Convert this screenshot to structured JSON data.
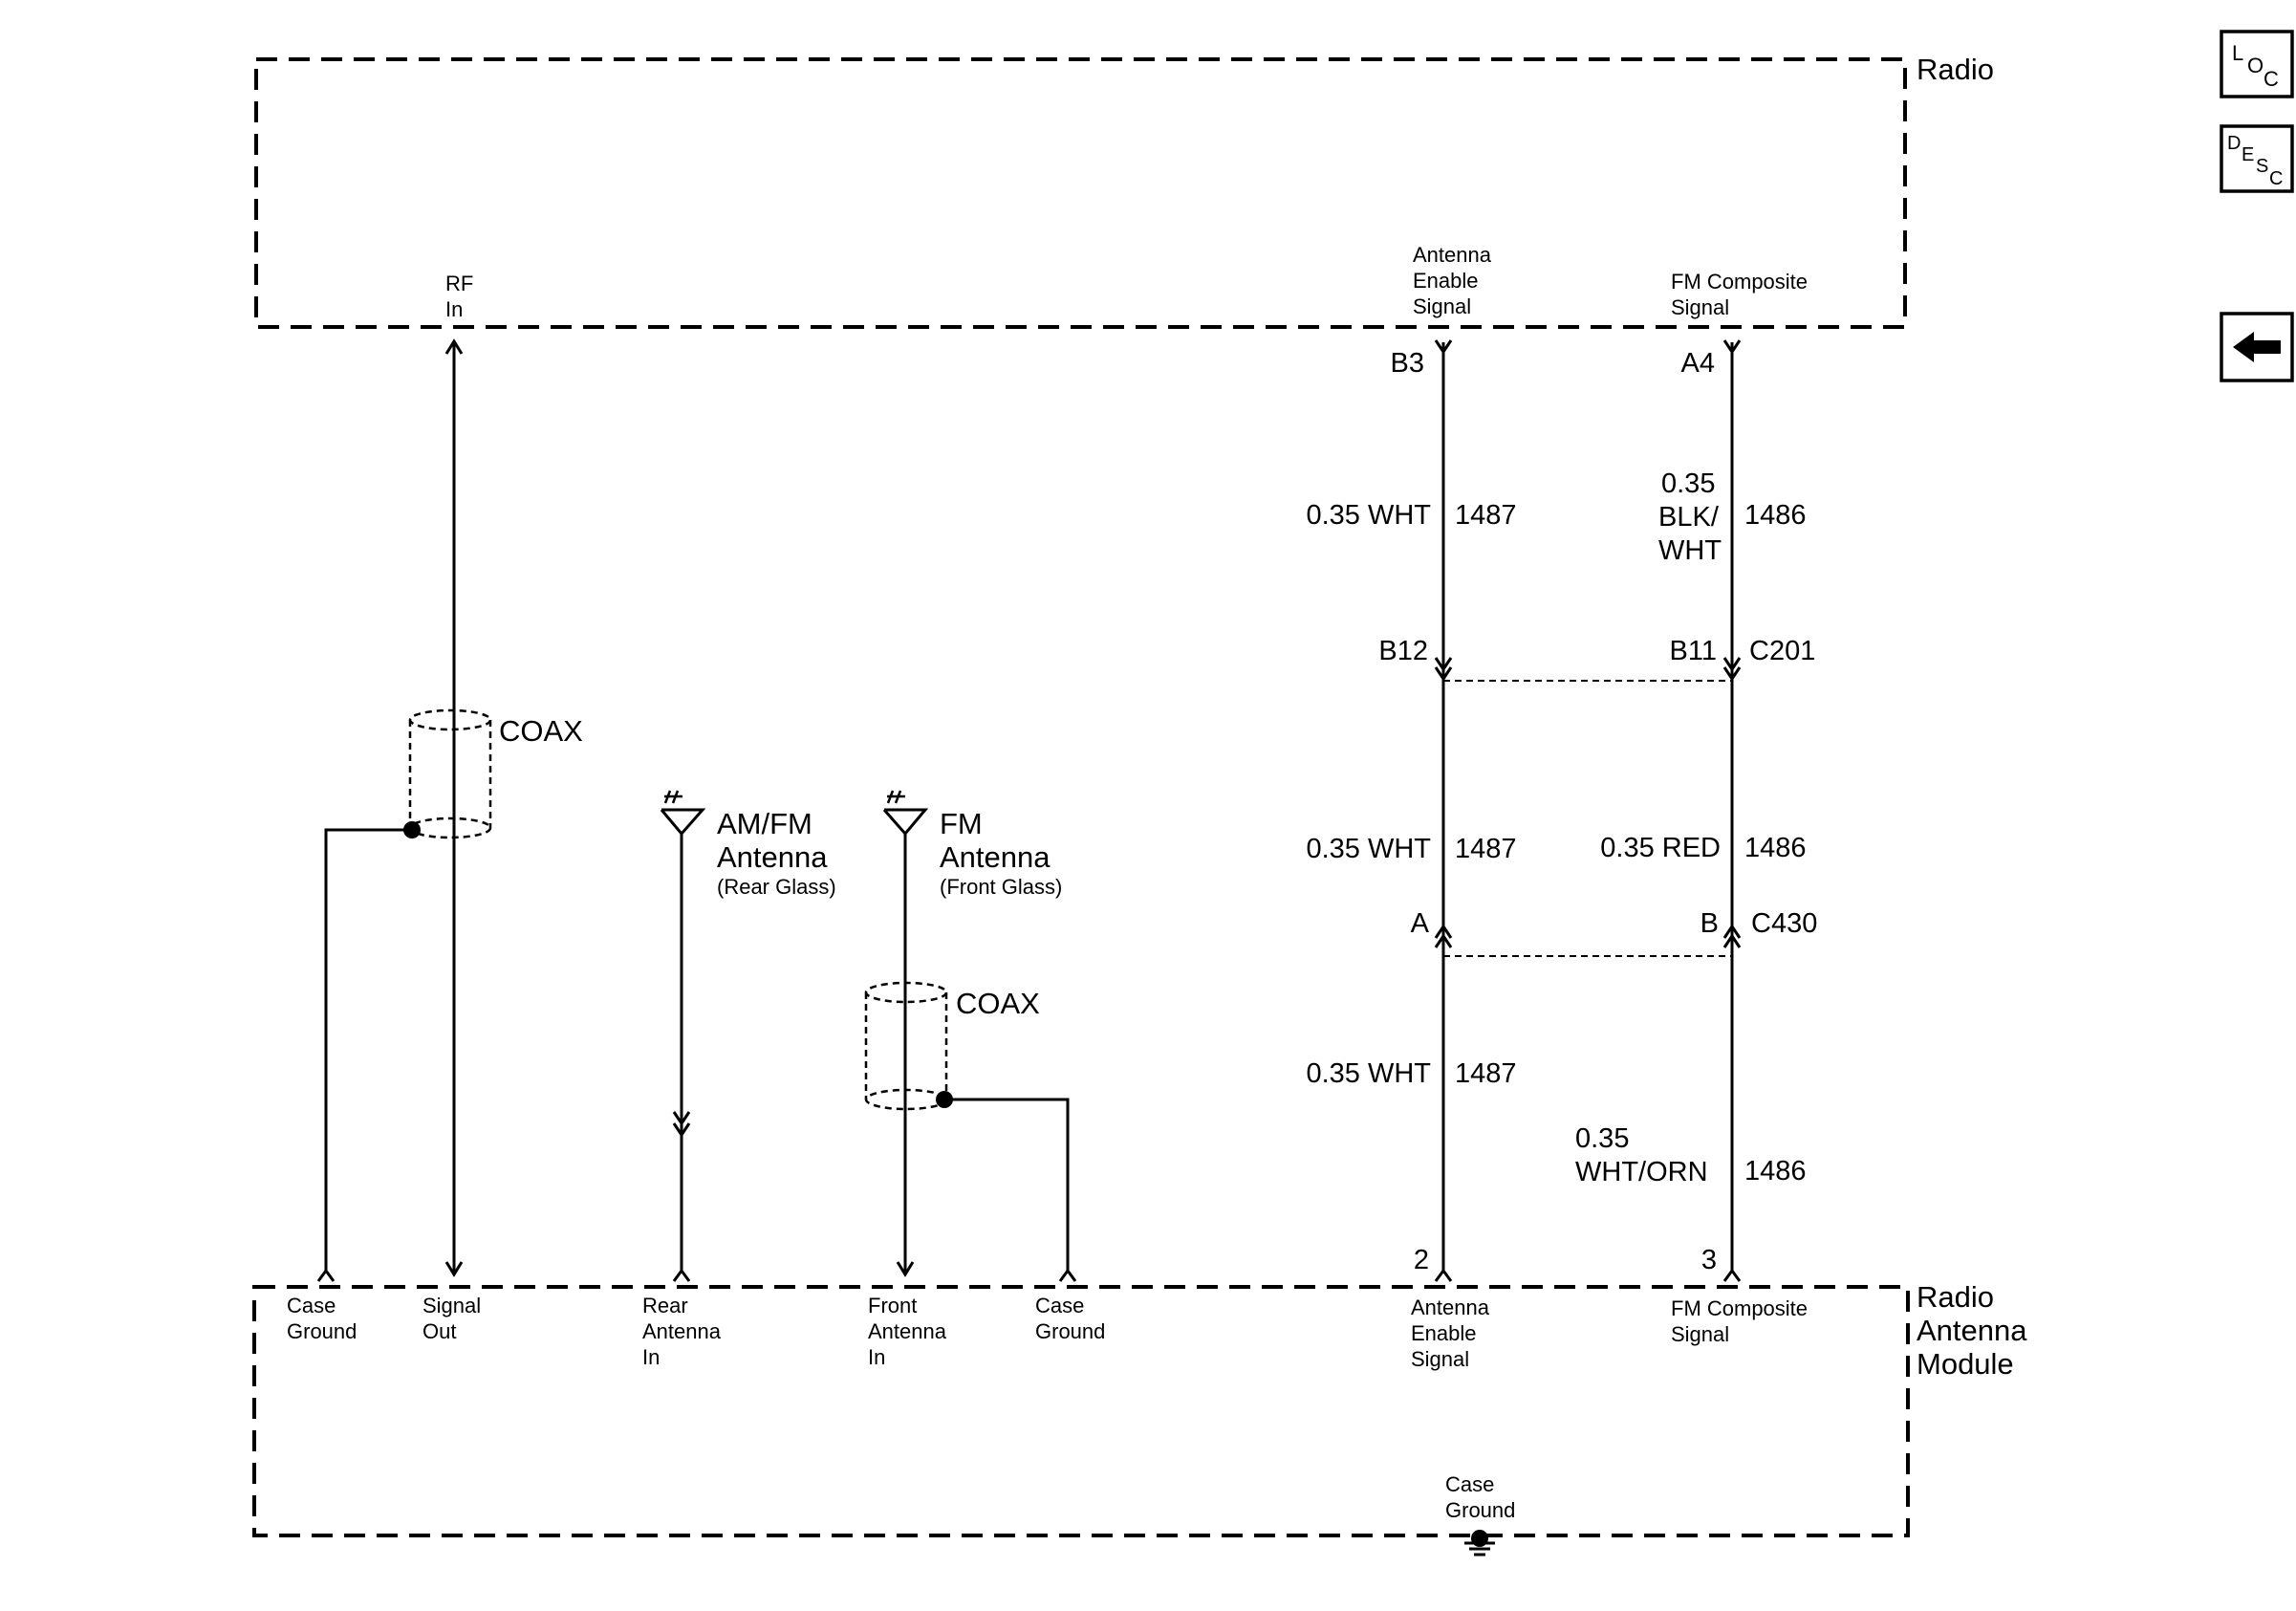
{
  "radio": {
    "label": "Radio",
    "pins": {
      "rf_in": [
        "RF",
        "In"
      ],
      "antenna_enable": [
        "Antenna",
        "Enable",
        "Signal"
      ],
      "fm_composite": [
        "FM Composite",
        "Signal"
      ]
    },
    "terminals": {
      "antenna_enable": "B3",
      "fm_composite": "A4"
    }
  },
  "module": {
    "label": [
      "Radio",
      "Antenna",
      "Module"
    ],
    "pins": {
      "case_ground_1": [
        "Case",
        "Ground"
      ],
      "signal_out": [
        "Signal",
        "Out"
      ],
      "rear_antenna_in": [
        "Rear",
        "Antenna",
        "In"
      ],
      "front_antenna_in": [
        "Front",
        "Antenna",
        "In"
      ],
      "case_ground_2": [
        "Case",
        "Ground"
      ],
      "antenna_enable": [
        "Antenna",
        "Enable",
        "Signal"
      ],
      "fm_composite": [
        "FM Composite",
        "Signal"
      ],
      "case_ground_bottom": [
        "Case",
        "Ground"
      ]
    },
    "terminals": {
      "antenna_enable": "2",
      "fm_composite": "3"
    }
  },
  "coax": {
    "upper": "COAX",
    "front": "COAX"
  },
  "antennas": {
    "amfm": {
      "name": [
        "AM/FM",
        "Antenna"
      ],
      "note": "(Rear Glass)"
    },
    "fm": {
      "name": [
        "FM",
        "Antenna"
      ],
      "note": "(Front Glass)"
    }
  },
  "wires": {
    "w1487_seg1": {
      "color": "0.35 WHT",
      "circuit": "1487"
    },
    "w1486_seg1": {
      "color": [
        "0.35",
        "BLK/",
        "WHT"
      ],
      "circuit": "1486"
    },
    "w1487_seg2": {
      "color": "0.35 WHT",
      "circuit": "1487"
    },
    "w1486_seg2": {
      "color": "0.35 RED",
      "circuit": "1486"
    },
    "w1487_seg3": {
      "color": "0.35 WHT",
      "circuit": "1487"
    },
    "w1486_seg3": {
      "color": [
        "0.35",
        "WHT/ORN"
      ],
      "circuit": "1486"
    }
  },
  "connectors": {
    "c201": {
      "name": "C201",
      "pin_a": "B12",
      "pin_b": "B11"
    },
    "c430": {
      "name": "C430",
      "pin_a": "A",
      "pin_b": "B"
    }
  },
  "nav": {
    "loc": [
      "L",
      "O",
      "C"
    ],
    "desc": [
      "D",
      "E",
      "S",
      "C"
    ]
  }
}
